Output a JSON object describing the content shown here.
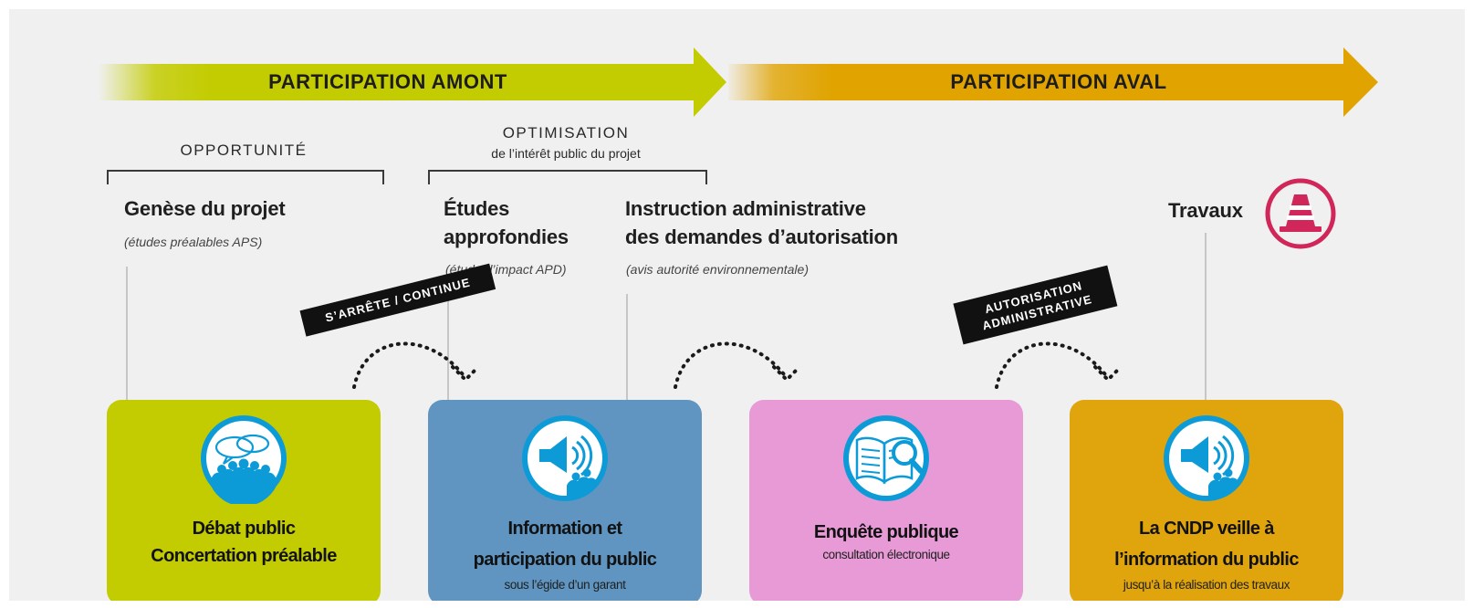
{
  "colors": {
    "upstream_arrow": "#c3cc00",
    "downstream_arrow": "#e0a300",
    "box_debat": "#c2cc00",
    "box_information": "#5f95c0",
    "box_enquete": "#e79ad6",
    "box_cndp": "#e0a40c",
    "icon_blue": "#0d9bd8",
    "icon_red": "#d0265a"
  },
  "arrows": {
    "upstream": "PARTICIPATION AMONT",
    "downstream": "PARTICIPATION AVAL"
  },
  "phases": {
    "opportunite": {
      "title": "OPPORTUNITÉ"
    },
    "optimisation": {
      "title": "OPTIMISATION",
      "subtitle": "de l’intérêt public du projet"
    }
  },
  "steps": {
    "genese": {
      "title": "Genèse du projet",
      "sub": "(études préalables APS)"
    },
    "etudes": {
      "title_line1": "Études",
      "title_line2": "approfondies",
      "sub": "(étude d’impact APD)"
    },
    "instruction": {
      "title_line1": "Instruction administrative",
      "title_line2": "des demandes d’autorisation",
      "sub": "(avis autorité environnementale)"
    },
    "travaux": {
      "title": "Travaux"
    }
  },
  "stamps": {
    "arrete": "S’ARRÊTE / CONTINUE",
    "autorisation_line1": "AUTORISATION",
    "autorisation_line2": "ADMINISTRATIVE"
  },
  "boxes": {
    "debat": {
      "line1": "Débat public",
      "line2": "Concertation préalable",
      "icon": "people-speech-bubbles-icon"
    },
    "information": {
      "line1": "Information et",
      "line2": "participation du public",
      "sub": "sous l’égide d’un garant",
      "icon": "megaphone-people-icon"
    },
    "enquete": {
      "line1": "Enquête publique",
      "sub": "consultation électronique",
      "icon": "document-magnifier-icon"
    },
    "cndp": {
      "line1": "La CNDP veille à",
      "line2": "l’information du public",
      "sub": "jusqu’à la réalisation des travaux",
      "icon": "megaphone-people-icon"
    }
  }
}
